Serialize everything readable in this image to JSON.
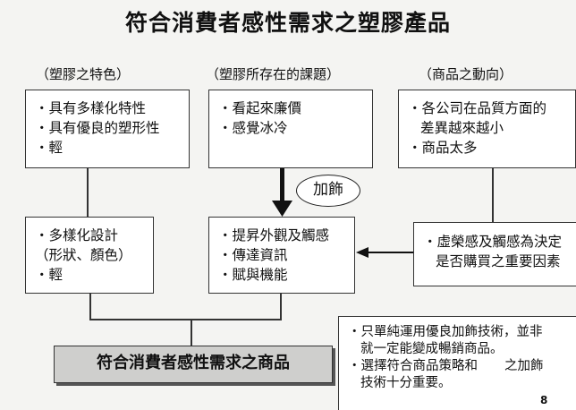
{
  "title": "符合消費者感性需求之塑膠產品",
  "columns": {
    "features": "（塑膠之特色）",
    "issues": "（塑膠所存在的課題）",
    "trends": "（商品之動向）"
  },
  "boxes": {
    "features": [
      "・具有多樣化特性",
      "・具有優良的塑形性",
      "・輕"
    ],
    "issues": [
      "・看起來廉價",
      "・感覺冰冷"
    ],
    "trends": [
      "・各公司在品質方面的",
      "差異越來越小",
      "・商品太多"
    ],
    "design": [
      "・多樣化設計",
      "（形狀、顏色）",
      "・輕"
    ],
    "improve": [
      "・提昇外觀及觸感",
      "・傳達資訊",
      "・賦與機能"
    ],
    "decision": [
      "・虛榮感及觸感為決定",
      "是否購買之重要因素"
    ]
  },
  "oval_label": "加飾",
  "result_label": "符合消費者感性需求之商品",
  "note": [
    "・只單純運用優良加飾技術，並非",
    "就一定能變成暢銷商品。",
    "・選擇符合商品策略和",
    "技術十分重要。"
  ],
  "note_tail": "之加飾",
  "page_number": "8"
}
